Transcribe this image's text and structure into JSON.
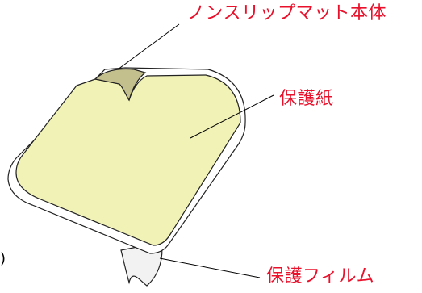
{
  "labels": {
    "mat_body": "ノンスリップマット本体",
    "protective_paper": "保護紙",
    "protective_film": "保護フィルム"
  },
  "edge_fragment": ")",
  "colors": {
    "label_text": "#e8102a",
    "leader_line": "#000000",
    "outline": "#222222",
    "paper_fill": "#f1f2b6",
    "mat_edge_fill": "#ffffff",
    "peel_flap_fill": "#c4c08e",
    "film_fill": "#f2f2f2"
  }
}
